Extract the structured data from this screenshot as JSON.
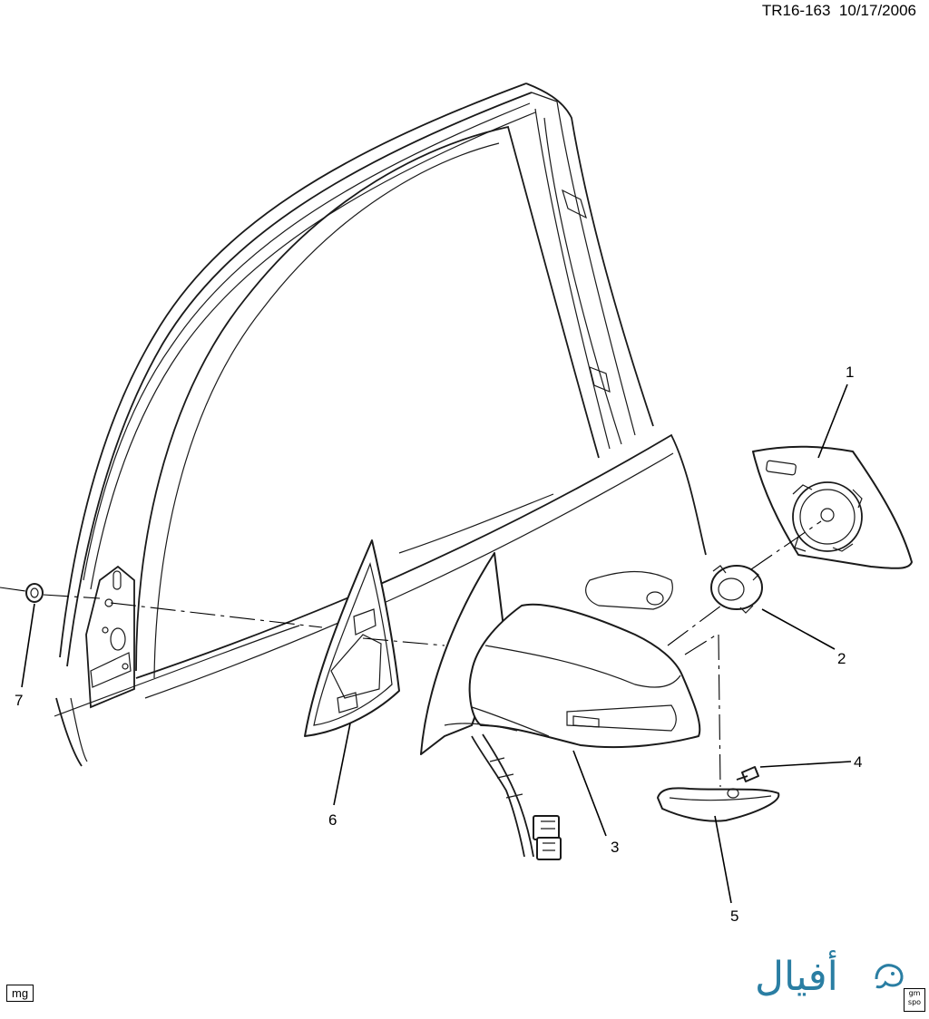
{
  "header": {
    "drawing_id": "TR16-163",
    "date": "10/17/2006"
  },
  "callouts": [
    {
      "id": "1",
      "part": "mirror-glass"
    },
    {
      "id": "2",
      "part": "mirror-actuator-ring"
    },
    {
      "id": "3",
      "part": "outside-rearview-mirror"
    },
    {
      "id": "4",
      "part": "screw"
    },
    {
      "id": "5",
      "part": "turn-signal-lamp"
    },
    {
      "id": "6",
      "part": "mirror-patch-trim"
    },
    {
      "id": "7",
      "part": "nut"
    }
  ],
  "footer": {
    "tag": "mg",
    "logo_text": "أفيال",
    "badge_line1": "gm",
    "badge_line2": "spo"
  },
  "colors": {
    "line": "#1a1a1a",
    "logo": "#2a7ea3",
    "background": "#ffffff"
  }
}
